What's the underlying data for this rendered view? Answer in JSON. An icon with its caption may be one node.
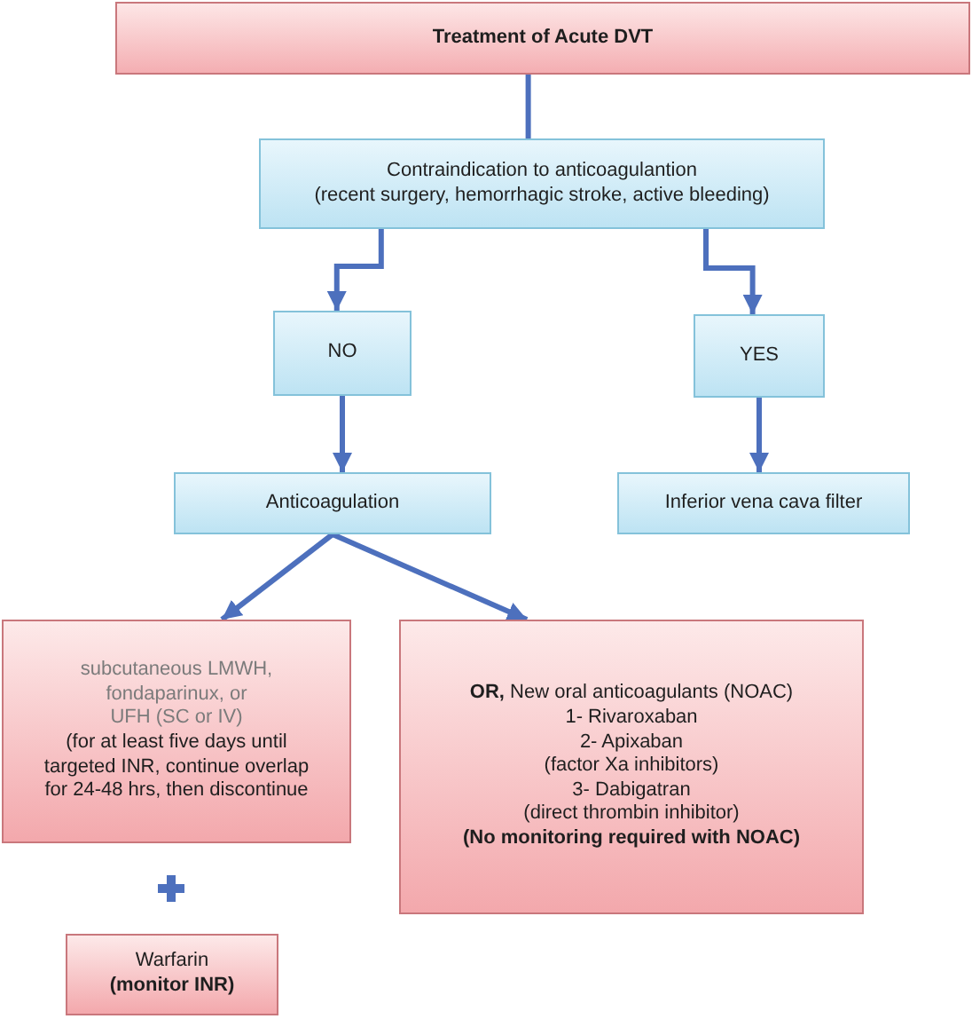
{
  "diagram": {
    "nodes": [
      {
        "text": [
          "Treatment of Acute DVT"
        ]
      },
      {
        "text": [
          "Contraindication to anticoagulantion",
          "(recent surgery, hemorrhagic stroke, active bleeding)"
        ]
      },
      {
        "text": [
          "NO"
        ]
      },
      {
        "text": [
          "YES"
        ]
      },
      {
        "text": [
          "Anticoagulation"
        ]
      },
      {
        "text": [
          "Inferior vena cava filter"
        ]
      },
      {
        "text": [
          "subcutaneous LMWH,",
          "fondaparinux, or",
          "UFH (SC or IV)",
          "(for at least five days until targeted INR, continue overlap for 24-48 hrs, then discontinue"
        ]
      },
      {
        "text": [
          "**OR,** New oral anticoagulants (NOAC)",
          "1- Rivaroxaban",
          "2- Apixaban",
          "(factor Xa inhibitors)",
          "3- Dabigatran",
          "(direct thrombin inhibitor)",
          "(No monitoring required with NOAC)"
        ]
      },
      {
        "text": [
          "Warfarin",
          "(monitor INR)"
        ]
      }
    ],
    "edges": [
      {
        "from": 0,
        "to": 1,
        "arrow": "none"
      },
      {
        "from": 1,
        "to": 2,
        "arrow": "to"
      },
      {
        "from": 1,
        "to": 3,
        "arrow": "to"
      },
      {
        "from": 2,
        "to": 4,
        "arrow": "to"
      },
      {
        "from": 3,
        "to": 5,
        "arrow": "to"
      },
      {
        "from": 4,
        "to": 6,
        "arrow": "to"
      },
      {
        "from": 4,
        "to": 7,
        "arrow": "to"
      }
    ]
  }
}
